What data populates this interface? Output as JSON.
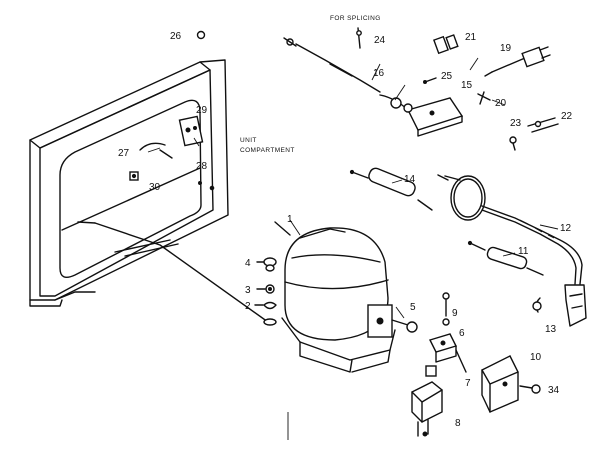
{
  "diagram": {
    "part_numbers": [
      "1",
      "2",
      "3",
      "4",
      "5",
      "6",
      "7",
      "8",
      "9",
      "10",
      "11",
      "12",
      "13",
      "14",
      "15",
      "16",
      "19",
      "20",
      "21",
      "22",
      "23",
      "24",
      "25",
      "26",
      "27",
      "28",
      "29",
      "30",
      "34"
    ],
    "annotations": {
      "splicing_note": "FOR SPLICING",
      "unit_compartment_line1": "UNIT",
      "unit_compartment_line2": "COMPARTMENT"
    }
  }
}
